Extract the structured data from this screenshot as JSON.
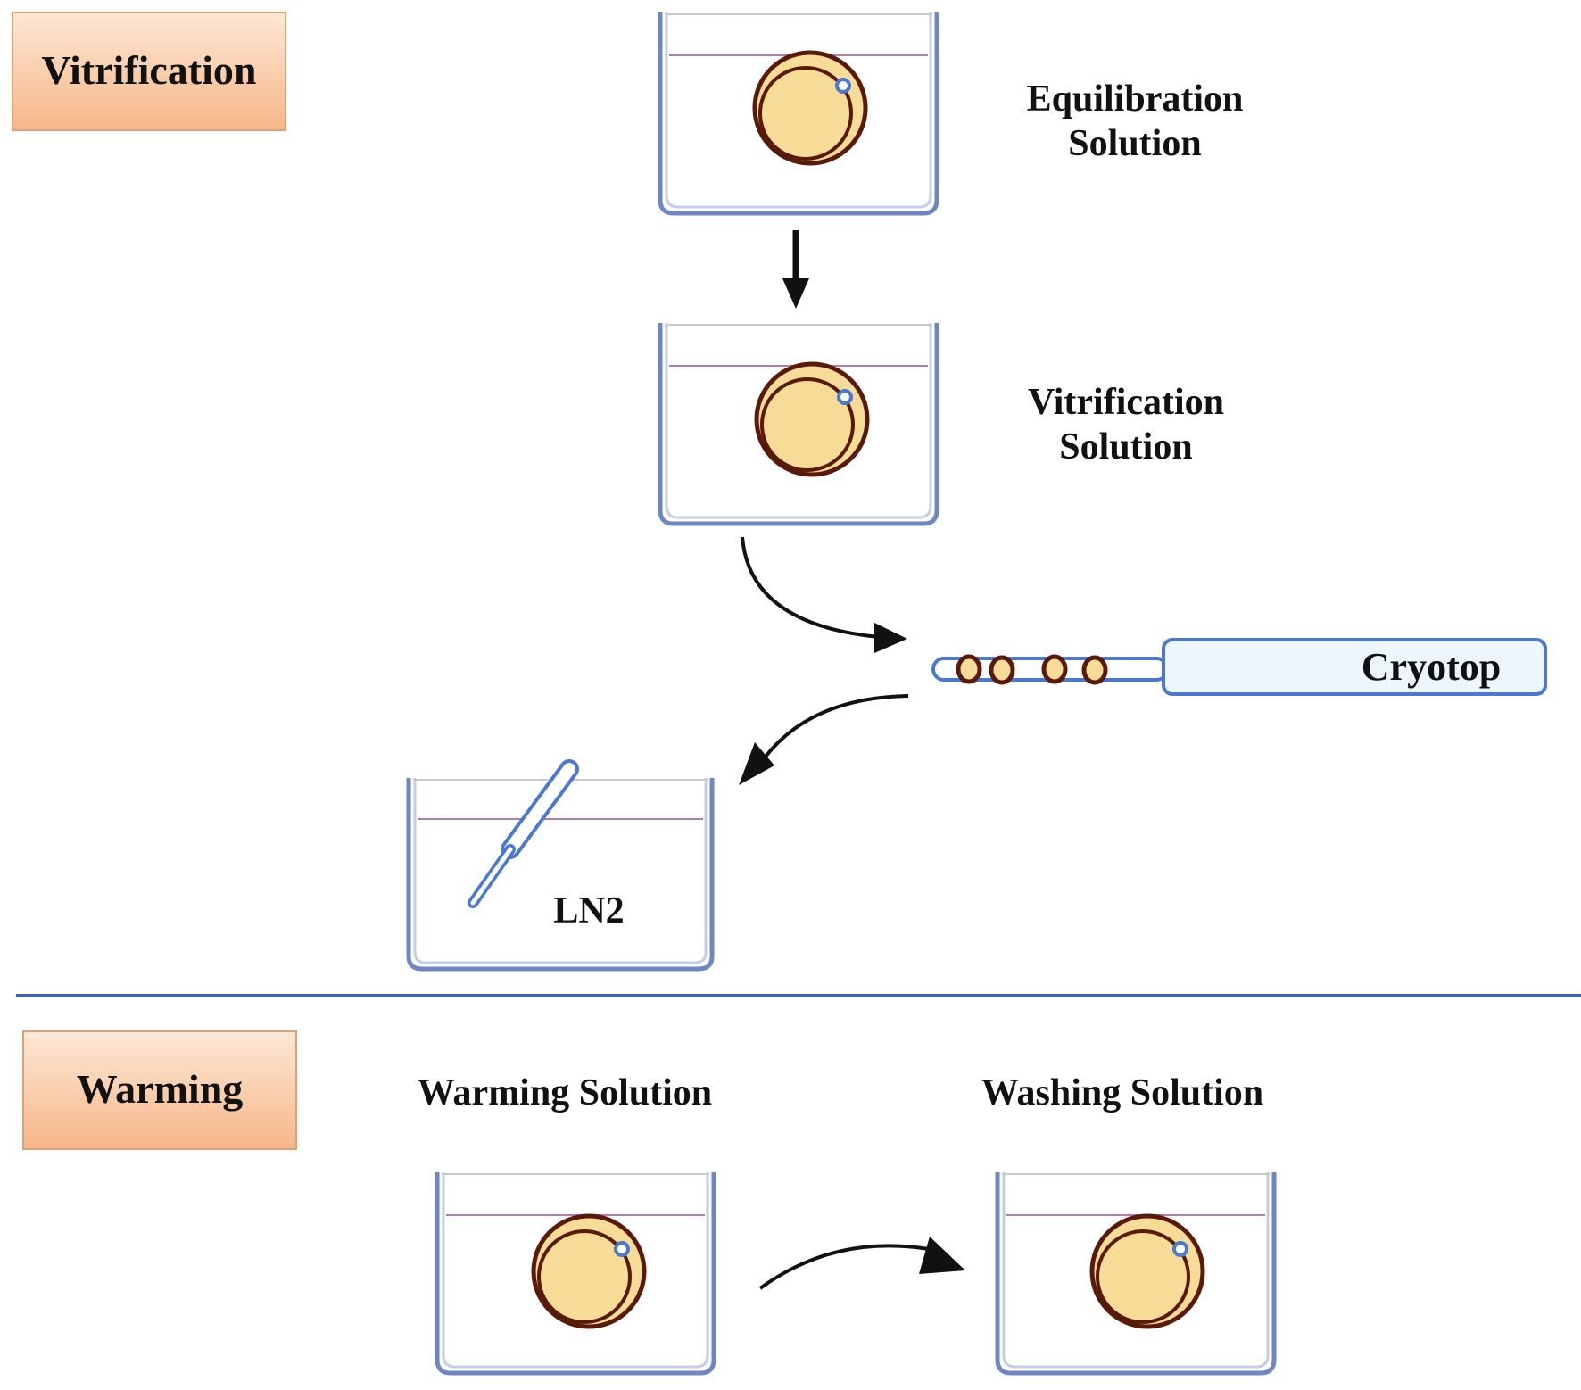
{
  "sections": {
    "vitrification": "Vitrification",
    "warming": "Warming"
  },
  "labels": {
    "equilibration_line1": "Equilibration",
    "equilibration_line2": "Solution",
    "vitrification_line1": "Vitrification",
    "vitrification_line2": "Solution",
    "cryotop": "Cryotop",
    "ln2": "LN2",
    "warming_solution": "Warming Solution",
    "washing_solution": "Washing Solution"
  },
  "colors": {
    "dish_outline": "#6f86c4",
    "dish_inner": "#c5cde6",
    "liquid_line": "#b67aa9",
    "oocyte_fill": "#f7dc98",
    "oocyte_outline": "#5a1a0a",
    "polar_body": "#4b78d1",
    "badge_top": "#fde8d6",
    "badge_bottom": "#f6b688",
    "badge_border": "#dfa073",
    "divider": "#3a63b8",
    "arrow": "#111111",
    "cryotop_fill": "#edf6fb"
  },
  "icons": {
    "dish": "culture-dish-icon",
    "oocyte": "oocyte-icon",
    "arrow": "arrow-icon",
    "cryotop": "cryotop-device-icon"
  }
}
